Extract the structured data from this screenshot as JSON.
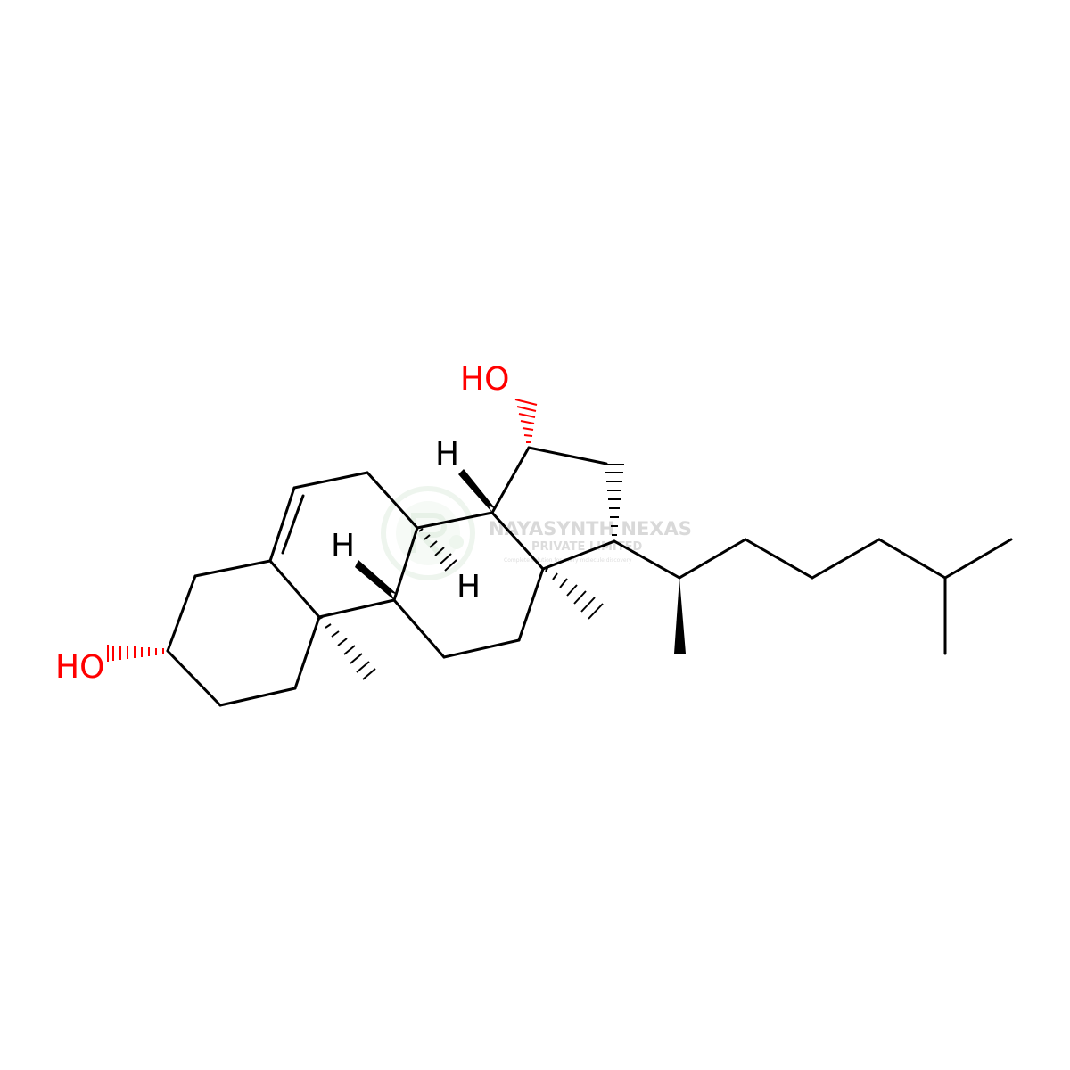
{
  "molecule": {
    "labels": {
      "hydroxyl_left": "HO",
      "hydroxyl_top": "HO",
      "h_c14": "H",
      "h_c9": "H",
      "h_c8": "H"
    },
    "colors": {
      "bond": "#000000",
      "heteroatom_oxygen": "#ff0000",
      "hydrogen": "#000000"
    }
  },
  "watermark": {
    "title": "NAYASYNTH NEXAS",
    "subtitle": "PRIVATE LIMITED",
    "tagline": "Complete solution for every molecule discovery",
    "logo_icon": "leaf-r-logo-icon"
  }
}
